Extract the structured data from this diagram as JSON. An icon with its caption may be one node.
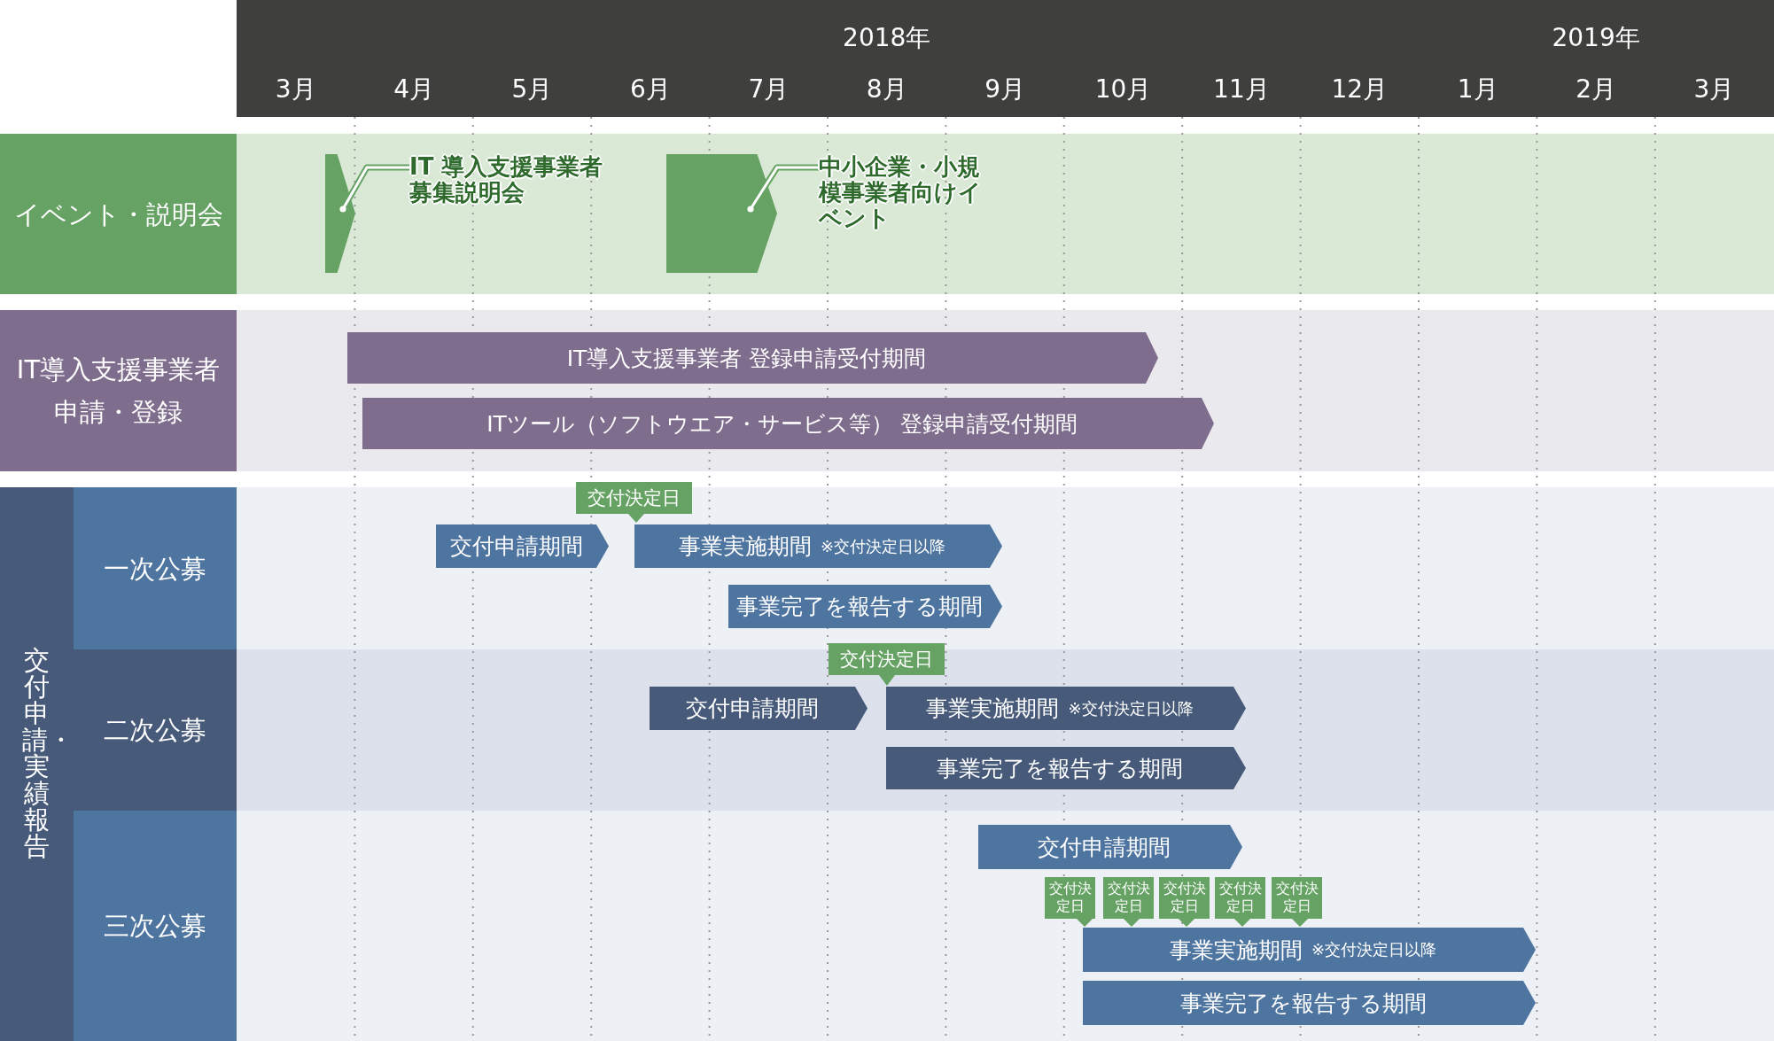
{
  "diagram": {
    "nodes": [
      {
        "text": [
          "イベント・説明会"
        ]
      },
      {
        "text": [],
        "shape": "pentagon"
      },
      {
        "text": [
          "IT 導入支援事業者募集説明会"
        ]
      },
      {
        "text": [],
        "shape": "pentagon"
      },
      {
        "text": [
          "中小企業・小規模事業者向けイベント"
        ]
      },
      {
        "text": [
          "IT導入支援事業者申請・登録"
        ]
      },
      {
        "text": [
          "IT導入支援事業者 登録申請受付期間"
        ]
      },
      {
        "text": [
          "ITツール（ソフトウエア・サービス等） 登録申請受付期間"
        ]
      },
      {
        "text": [
          "交付申請・実績報告"
        ]
      },
      {
        "text": [
          "一次公募"
        ],
        "in": 8
      },
      {
        "text": [
          "交付決定日"
        ]
      },
      {
        "text": [
          "交付申請期間"
        ]
      },
      {
        "text": [
          "事業実施期間",
          "※交付決定日以降"
        ]
      },
      {
        "text": [
          "事業完了を報告する期間"
        ]
      },
      {
        "text": [
          "二次公募"
        ],
        "in": 8
      },
      {
        "text": [
          "交付決定日"
        ]
      },
      {
        "text": [
          "交付申請期間"
        ]
      },
      {
        "text": [
          "事業実施期間",
          "※交付決定日以降"
        ]
      },
      {
        "text": [
          "事業完了を報告する期間"
        ]
      },
      {
        "text": [
          "三次公募"
        ],
        "in": 8
      },
      {
        "text": [
          "交付申請期間"
        ]
      },
      {
        "text": [
          "交付決定日"
        ]
      },
      {
        "text": [
          "交付決定日"
        ]
      },
      {
        "text": [
          "交付決定日"
        ]
      },
      {
        "text": [
          "交付決定日"
        ]
      },
      {
        "text": [
          "交付決定日"
        ]
      },
      {
        "text": [
          "事業実施期間",
          "※交付決定日以降"
        ]
      },
      {
        "text": [
          "事業完了を報告する期間"
        ]
      }
    ],
    "edges": [
      {
        "from": 2,
        "to": 1,
        "arrow": "other"
      },
      {
        "from": 4,
        "to": 3,
        "arrow": "other"
      }
    ],
    "labels": [
      "2018年",
      "2019年",
      "3月",
      "4月",
      "5月",
      "6月",
      "7月",
      "8月",
      "9月",
      "10月",
      "11月",
      "12月",
      "1月",
      "2月",
      "3月"
    ]
  }
}
